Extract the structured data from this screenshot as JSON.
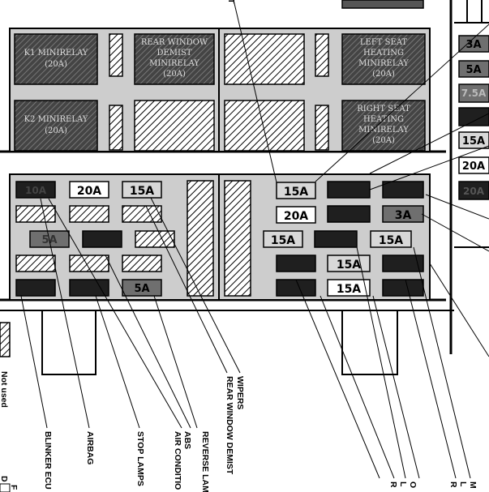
{
  "relays": {
    "k1": [
      "K1 MINIRELAY",
      "(20A)"
    ],
    "k2": [
      "K2 MINIRELAY",
      "(20A)"
    ],
    "rear_demist": [
      "REAR WINDOW",
      "DEMIST",
      "MINIRELAY",
      "(20A)"
    ],
    "left_seat": [
      "LEFT SEAT",
      "HEATING",
      "MINIRELAY",
      "(20A)"
    ],
    "right_seat": [
      "RIGHT SEAT",
      "HEATING",
      "MINIRELAY",
      "(20A)"
    ]
  },
  "fuses": {
    "f20a_left": "20A",
    "f15a_left": "15A",
    "f15a_right_top": "15A",
    "f20a_right": "20A",
    "f15a_right_mid": "15A",
    "f15a_right_mid2": "15A",
    "f3a_right": "3A",
    "f15a_right_4": "15A",
    "f15a_right_5": "15A",
    "f5a_left": "5A",
    "f5a_dark_a": "5A",
    "f3a_side": "3A",
    "f5a_side": "5A",
    "f15a_side": "15A",
    "f20a_side": "20A",
    "f10a_dark": "10A",
    "f7a_dark": "7.5A",
    "f20a_dark": "20A"
  },
  "labels": {
    "blinker": "BLINKER ECU",
    "airbag": "AIRBAG",
    "stop": "STOP LAMPS",
    "air": "AIR CONDITIO",
    "abs": "ABS",
    "reverse": "REVERSE LAM",
    "rear_demist": "REAR WINDOW DEMIST",
    "wipers": "WIPERS",
    "right_o": "O",
    "right_l": "L",
    "right_r": "R",
    "right_l2": "L",
    "right_r2": "R",
    "right_m": "M",
    "top_t": "T"
  },
  "legend": {
    "not_used": "Not used",
    "corner_d": "D",
    "corner_f": "F"
  },
  "colors": {
    "panel": "#cdcdcd",
    "dark_fuse": "#1f1f1f",
    "mid_fuse": "#6f6f6f",
    "light_fuse": "#d8d8d8",
    "white_fuse": "#ffffff",
    "line": "#000000"
  }
}
